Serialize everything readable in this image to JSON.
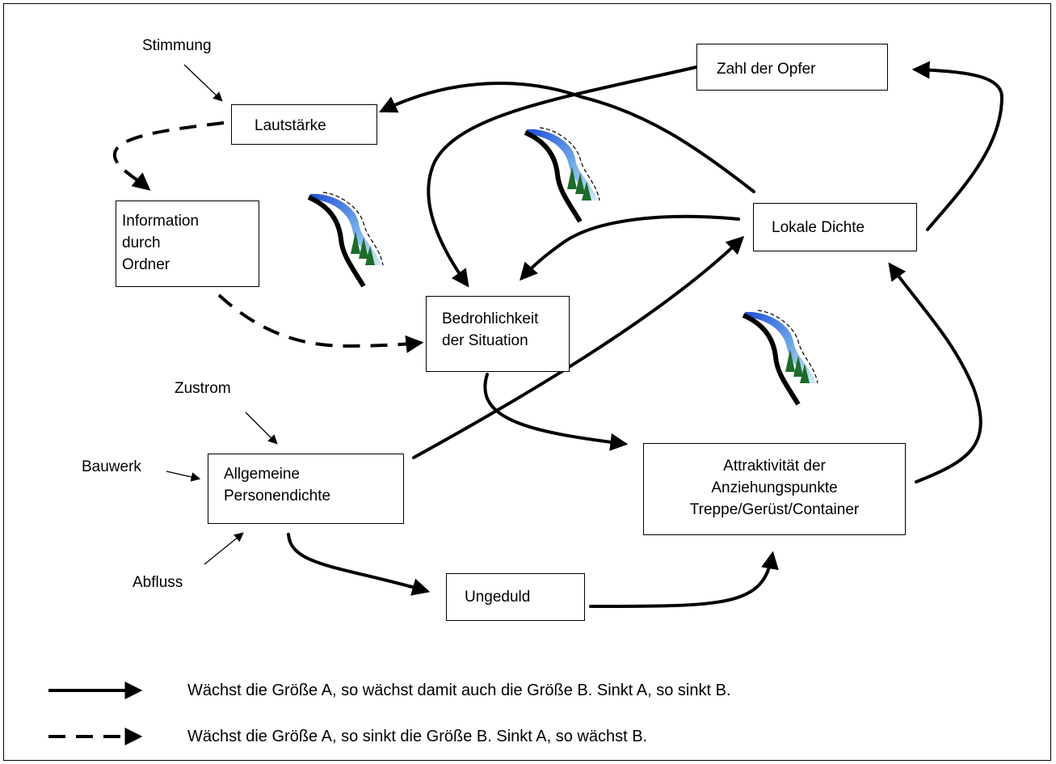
{
  "nodes": {
    "zahl_der_opfer": {
      "lines": [
        "Zahl der Opfer"
      ]
    },
    "lautstaerke": {
      "lines": [
        "Lautstärke"
      ]
    },
    "information": {
      "lines": [
        "Information",
        "durch",
        "Ordner"
      ]
    },
    "lokale_dichte": {
      "lines": [
        "Lokale Dichte"
      ]
    },
    "bedrohlichkeit": {
      "lines": [
        "Bedrohlichkeit",
        "der Situation"
      ]
    },
    "allgemeine": {
      "lines": [
        "Allgemeine",
        "Personendichte"
      ]
    },
    "attraktivitaet": {
      "lines": [
        "Attraktivität der",
        "Anziehungspunkte",
        "Treppe/Gerüst/Container"
      ]
    },
    "ungeduld": {
      "lines": [
        "Ungeduld"
      ]
    }
  },
  "inputs": {
    "stimmung": "Stimmung",
    "zustrom": "Zustrom",
    "bauwerk": "Bauwerk",
    "abfluss": "Abfluss"
  },
  "legend": {
    "solid": "Wächst die Größe A, so wächst damit auch die Größe B. Sinkt A, so sinkt B.",
    "dashed": "Wächst die Größe A, so sinkt die Größe B. Sinkt A, so wächst B."
  },
  "colors": {
    "line": "#000000",
    "loop_water_top": "#1f4fd8",
    "loop_water_bottom": "#cfe6f5",
    "tree": "#1d6b2a"
  },
  "icons": [
    "reinforcing-loop-icon",
    "reinforcing-loop-icon",
    "reinforcing-loop-icon"
  ]
}
